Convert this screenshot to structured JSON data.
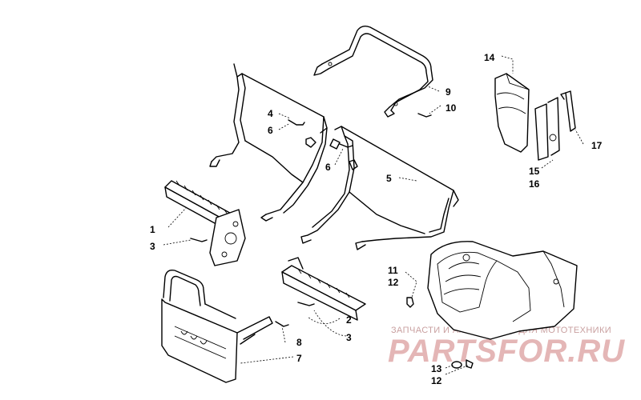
{
  "callouts": {
    "c1": "1",
    "c2": "2",
    "c3a": "3",
    "c3b": "3",
    "c4": "4",
    "c5": "5",
    "c6a": "6",
    "c6b": "6",
    "c7": "7",
    "c8": "8",
    "c9": "9",
    "c10": "10",
    "c11": "11",
    "c12a": "12",
    "c12b": "12",
    "c13": "13",
    "c14": "14",
    "c15": "15",
    "c16": "16",
    "c17": "17"
  },
  "watermark": {
    "tagline": "ЗАПЧАСТИ И АКСЕССУАРЫ ДЛЯ МОТОТЕХНИКИ",
    "logo": "PARTSFOR.RU"
  }
}
